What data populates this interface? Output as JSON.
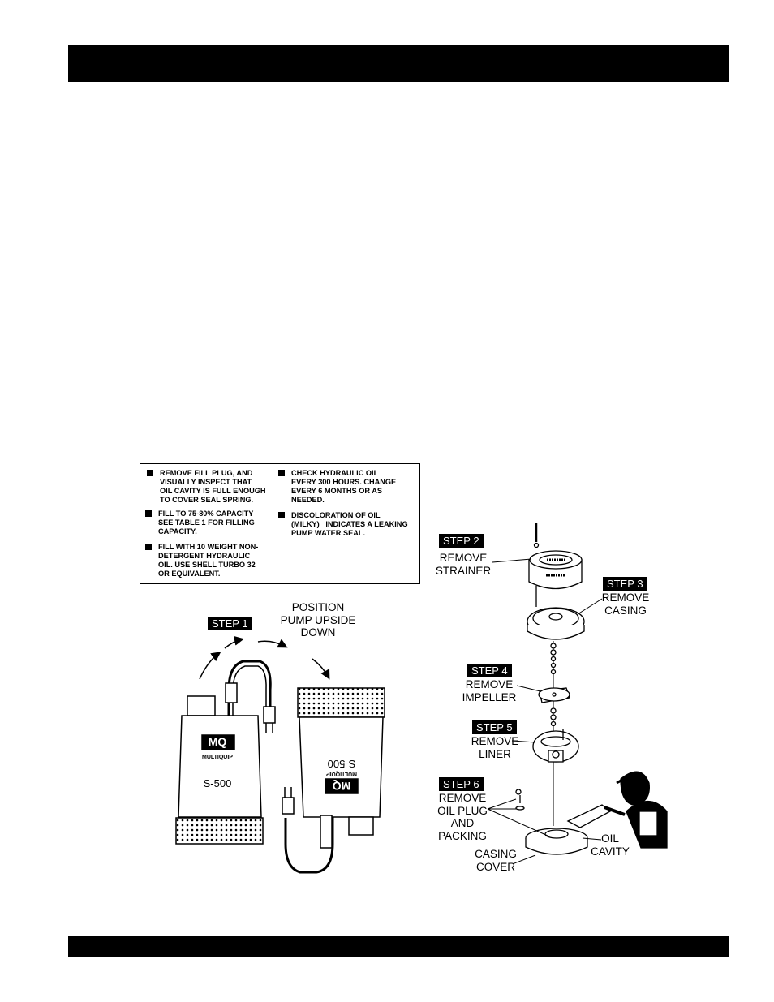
{
  "notes": [
    {
      "text": "REMOVE FILL PLUG, AND\nVISUALLY INSPECT THAT\nOIL CAVITY IS FULL ENOUGH\nTO COVER SEAL SPRING."
    },
    {
      "text": "FILL TO 75-80% CAPACITY\nSEE TABLE 1 FOR FILLING\nCAPACITY."
    },
    {
      "text": "FILL WITH 10 WEIGHT NON-\nDETERGENT HYDRAULIC\nOIL. USE SHELL TURBO 32\nOR EQUIVALENT."
    },
    {
      "text": "CHECK HYDRAULIC OIL\nEVERY 300 HOURS. CHANGE\nEVERY 6 MONTHS OR AS\nNEEDED."
    },
    {
      "text": "DISCOLORATION OF OIL\n(MILKY)   INDICATES A LEAKING\nPUMP WATER SEAL."
    }
  ],
  "steps": {
    "step1": {
      "badge": "STEP 1",
      "label": "POSITION\nPUMP UPSIDE\nDOWN"
    },
    "step2": {
      "badge": "STEP 2",
      "label": "REMOVE\nSTRAINER"
    },
    "step3": {
      "badge": "STEP 3",
      "label": "REMOVE\nCASING"
    },
    "step4": {
      "badge": "STEP 4",
      "label": "REMOVE\nIMPELLER"
    },
    "step5": {
      "badge": "STEP 5",
      "label": "REMOVE\nLINER"
    },
    "step6": {
      "badge": "STEP 6",
      "label": "REMOVE\nOIL PLUG\nAND\nPACKING"
    }
  },
  "labels": {
    "casing_cover": "CASING\nCOVER",
    "oil_cavity": "OIL\nCAVITY"
  },
  "pump": {
    "model": "S-500",
    "brand": "MULTIQUIP",
    "logo": "MQ"
  }
}
